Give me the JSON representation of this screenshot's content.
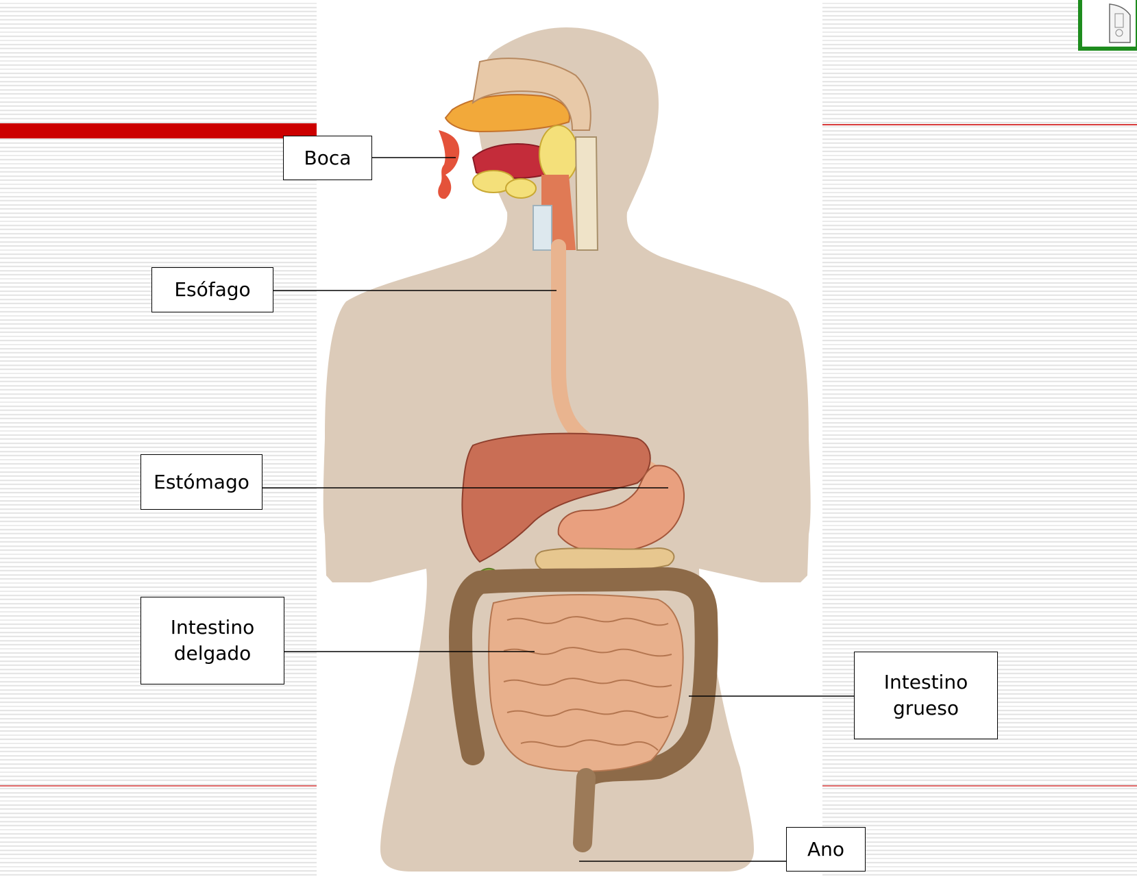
{
  "labels": {
    "boca": "Boca",
    "esofago": "Esófago",
    "estomago": "Estómago",
    "intestino_delgado": "Intestino\ndelgado",
    "intestino_grueso": "Intestino\ngrueso",
    "ano": "Ano"
  },
  "colors": {
    "body_silhouette": "#dccbb9",
    "label_border": "#000000",
    "accent_red": "#cc0000",
    "logo_border": "#1e8c1e",
    "stripe": "#e4e4e4"
  },
  "organs": [
    "mouth",
    "esophagus",
    "liver",
    "stomach",
    "pancreas",
    "gallbladder",
    "small-intestine",
    "large-intestine",
    "rectum",
    "anus"
  ]
}
